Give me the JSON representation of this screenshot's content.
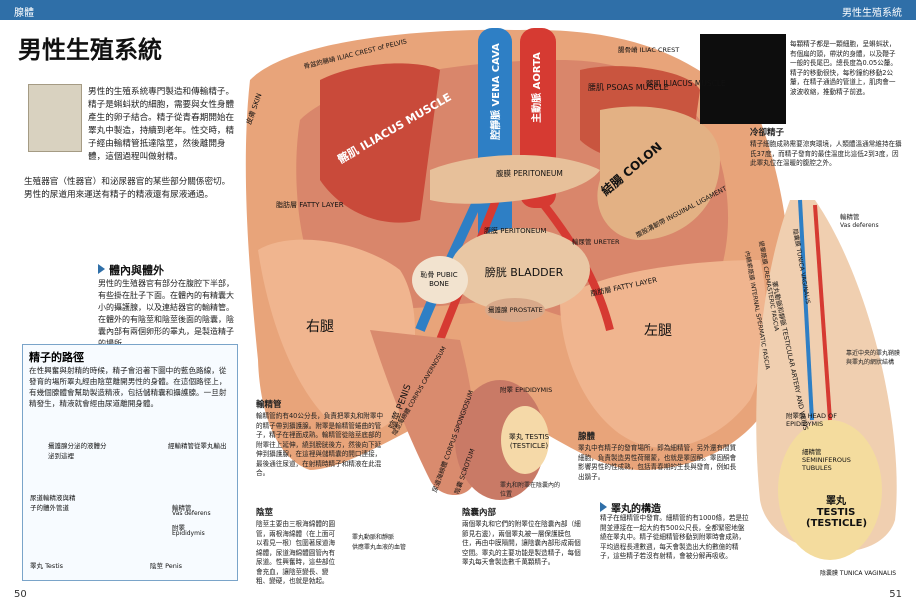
{
  "header": {
    "left": "腺體",
    "right": "男性生殖系統"
  },
  "page_left": "50",
  "page_right": "51",
  "title": "男性生殖系統",
  "intro": {
    "para1": "男性的生殖系統專門製造和傳輸精子。精子是蝌蚪狀的細胞，需要與女性身體產生的卵子結合。精子從青春期開始在睪丸中製造，持續到老年。性交時，精子經由輸精管抵達陰莖，然後離開身體，這個過程叫做射精。",
    "para2": "生殖器官（性器官）和泌尿器官的某些部分關係密切。男性的尿道用來運送有精子的精液還有尿液通過。"
  },
  "section_inside": {
    "heading": "體內與體外",
    "text": "男性的生殖器官有部分在腹腔下半部，有些掛在肚子下面。在體內的有精囊大小的攝護腺，以及連結器官的輸精管。在體外的有陰莖和陰莖後面的陰囊，陰囊內部有兩個卵形的睪丸，是製造精子的場所。"
  },
  "sperm_path": {
    "title": "精子的路徑",
    "text": "在性興奮與射精的時候，精子會沿著下圖中的藍色路線，從發育的場所睪丸經由陰莖離開男性的身體。在這個路徑上，有幾個腺體會幫助製造精液，包括儲精囊和攝護腺。一旦射精發生，精液就會經由尿道離開身體。",
    "labels": {
      "a": "攝護腺分泌的液體分泌到這裡",
      "b": "經輸精管從睪丸輸出",
      "c": "尿道輸精液與精子的體外管道",
      "vas_zh": "輸精管",
      "vas_en": "Vas deferens",
      "epi_zh": "附睪",
      "epi_en": "Epididymis",
      "testis": "睪丸 Testis",
      "penis": "陰莖 Penis"
    }
  },
  "anatomy": {
    "iliac_crest_l": "骨盆的髂嵴 ILIAC CREST of PELVIS",
    "iliac_crest_r": "腸骨嵴 ILIAC CREST",
    "skin": "皮膚 SKIN",
    "iliacus": "髂肌 ILIACUS MUSCLE",
    "vena_cava": "腔靜脈 VENA CAVA",
    "aorta": "主動脈 AORTA",
    "psoas": "腰肌 PSOAS MUSCLE",
    "iliacus_r": "髂肌 ILIACUS MUSCLE",
    "peritoneum1": "腹膜 PERITONEUM",
    "peritoneum2": "腹膜 PERITONEUM",
    "colon": "結腸 COLON",
    "fatty_l": "脂肪層 FATTY LAYER",
    "fatty_r": "脂肪層 FATTY LAYER",
    "inguinal": "腹股溝韌帶 INGUINAL LIGAMENT",
    "ureter": "輸尿管 URETER",
    "pubic": "恥骨 PUBIC BONE",
    "bladder": "膀胱 BLADDER",
    "prostate": "攝護腺 PROSTATE",
    "right_leg": "右腿",
    "left_leg": "左腿",
    "penis": "陰莖 PENIS",
    "corpus_sp": "尿道海綿體 CORPUS SPONGIOSUM",
    "corpus_cav": "陰莖海綿體 CORPUS CAVERNOSUM",
    "scrotum": "陰囊 SCROTUM",
    "epididymis": "附睪 EPIDIDYMIS",
    "testis": "睪丸 TESTIS (TESTICLE)",
    "tunica": "陰囊膜 TUNICA VAGINALIS",
    "testicular": "睪丸動脈和靜脈 TESTICULAR ARTERY AND VEINS",
    "cremaster": "提睪筋膜 CREMASTERIC FASCIA",
    "internal_sp": "內精索筋膜 INTERNAL SPERMATIC FASCIA",
    "head_epi": "附睪頭 HEAD OF EPIDIDYMIS",
    "semi": "細精管 SEMINIFEROUS TUBULES",
    "testis_r": "睪丸 TESTIS (TESTICLE)",
    "tunica_r": "陰囊膜 TUNICA VAGINALIS"
  },
  "captions": {
    "sperm": "每顆精子都是一顆細胞，呈蝌蚪狀，有個扁的頭，帶狀的身體，以及鞭子一般的長尾巴。總長度為0.05公釐。精子的移動很快，每秒鐘約移動2公釐，在精子通過的管道上，肌肉會一波波收縮，推動精子前進。",
    "cold_title": "冷卻精子",
    "cold": "精子細胞成熟需要涼爽環境，人類體溫通常維持在攝氏37度，而精子發育的最佳溫度比這低2到3度，因此睪丸位在溫暖的腹腔之外。",
    "vas_zh": "輸精管",
    "vas_en": "Vas deferens",
    "vas_title": "輸精管",
    "vas": "輸精管約有40公分長，負責把睪丸和附睪中的精子帶到攝護腺。附睪是輸精管蜷曲的管子，精子在裡面成熟。輸精管從陰莖底部的附睪往上延伸，繞到膀胱後方，然後向下延伸到攝護腺，在這裡與儲精囊的開口連接，最後通往尿道，在射精時精子和精液在此混合。",
    "penis_title": "陰莖",
    "penis": "陰莖主要由三根海綿體的圓管，兩根海綿體（在上面可以看見一根）包圍著尿道海綿體，尿道海綿體圓管內有尿道。性興奮時，這些部位會充血，讓陰莖變長、變粗、變硬，也就是勃起。",
    "scrotum_title": "陰囊內部",
    "scrotum": "兩個睪丸和它們的附睪位在陰囊內部（細節見右邊），兩個睪丸被一層保護膜包住，再由中膜隔開，讓陰囊內部形成兩個空間。睪丸的主要功能是製造精子，每個睪丸每天會製造數千萬顆精子。",
    "blood_zh": "睪丸動脈和靜脈",
    "blood": "供應睪丸血液的血管",
    "gland_title": "腺體",
    "gland": "睪丸中有精子的發育場所，即為細精管，另外還有間質細胞，負責製造男性荷爾蒙，也就是睪固酮。睪固酮會影響男性的性成熟，包括青春期的生長與發育，例如長出鬍子。",
    "testis_title": "睪丸的構造",
    "testis": "精子在細精管中發育。細精管約有1000條，若是拉開並連接在一起大約有500公尺長，全都緊密地盤繞在睪丸中。精子從細精管移動到附睪時會成熟，平均過程長達數週，每天會製造出大約數億的精子，這些精子若沒有射精，會被分解再吸收。",
    "right_side": "靠近中央的睪丸鞘膜與睪丸的網狀結構",
    "pointer": "睪丸和附睪在陰囊內的位置"
  }
}
